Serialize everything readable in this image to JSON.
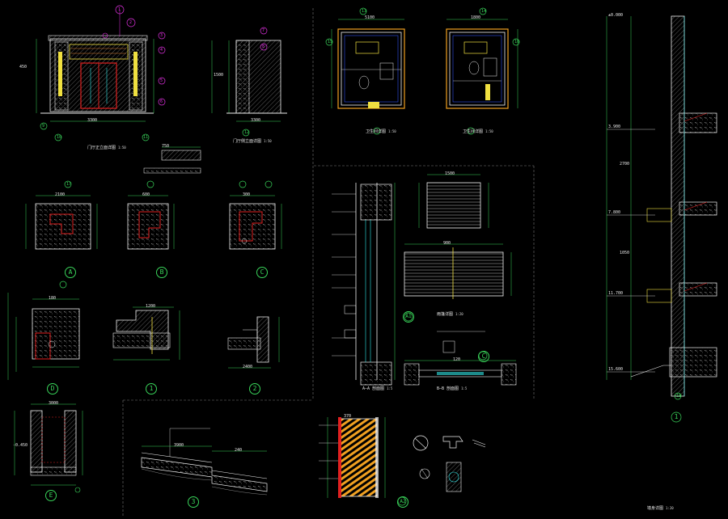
{
  "colors": {
    "background": "#000000",
    "line": "#f0f0f0",
    "hatch": "#9a9a9a",
    "dimension": "#39d45a",
    "axis_bubble": "#e030e0",
    "door": "#e02020",
    "yellow": "#f0e040",
    "cyan": "#30e8e8",
    "dashed": "#888888"
  },
  "drawings": [
    {
      "title": "门厅正立面详图",
      "scale": "1:50"
    },
    {
      "title": "门厅侧立面详图",
      "scale": "1:50"
    },
    {
      "title": "卫生间详图",
      "scale": "1:50"
    },
    {
      "title": "卫生间详图",
      "scale": "1:50"
    },
    {
      "title": "墙身详图",
      "scale": "1:20"
    },
    {
      "title": "A—A 剖面图",
      "scale": "1:5"
    },
    {
      "title": "B—B 剖面图",
      "scale": "1:5"
    },
    {
      "title": "雨篷详图",
      "scale": "1:20"
    }
  ],
  "detail_bubbles": [
    "A",
    "B",
    "C",
    "D",
    "1",
    "2",
    "E",
    "3",
    "A1",
    "A2",
    "C",
    "1"
  ],
  "axis_bubbles": [
    "1",
    "2",
    "3",
    "4",
    "5",
    "6",
    "7",
    "8",
    "9",
    "10",
    "11",
    "12",
    "13",
    "14",
    "15",
    "16",
    "17",
    "18"
  ],
  "dimension_texts": [
    "3300",
    "3300",
    "5100",
    "1800",
    "1500",
    "900",
    "2100",
    "600",
    "300",
    "180",
    "1200",
    "2400",
    "3000",
    "3900",
    "240",
    "120",
    "370",
    "750",
    "450",
    "1500",
    "2700",
    "1050"
  ],
  "level_marks": [
    "±0.000",
    "3.900",
    "7.800",
    "11.700",
    "15.600",
    "-0.450"
  ]
}
